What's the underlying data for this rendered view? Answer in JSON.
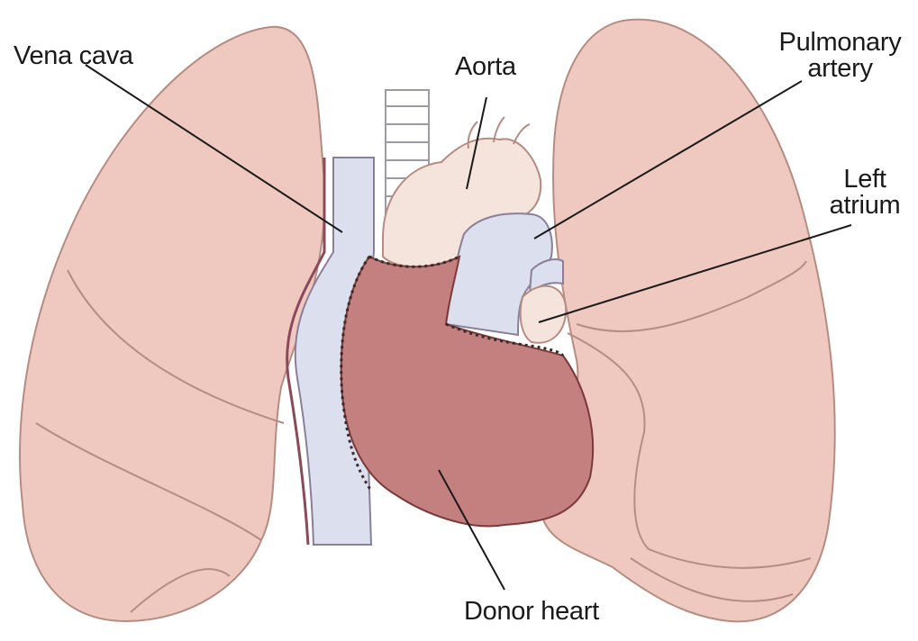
{
  "labels": {
    "vena_cava": "Vena cava",
    "aorta": "Aorta",
    "pulmonary_artery": [
      "Pulmonary",
      "artery"
    ],
    "left_atrium": [
      "Left",
      "atrium"
    ],
    "donor_heart": "Donor heart"
  },
  "colors": {
    "lung_fill": "#efc9c0",
    "lung_line": "#b58c82",
    "heart_fill": "#c47f7f",
    "heart_line": "#7a3a3a",
    "vessel_fill": "#dcdfee",
    "vessel_line": "#8a7f9a",
    "aorta_fill": "#f5e4dc",
    "suture": "#3a2a2a",
    "leader_line": "#1a1a1a"
  }
}
